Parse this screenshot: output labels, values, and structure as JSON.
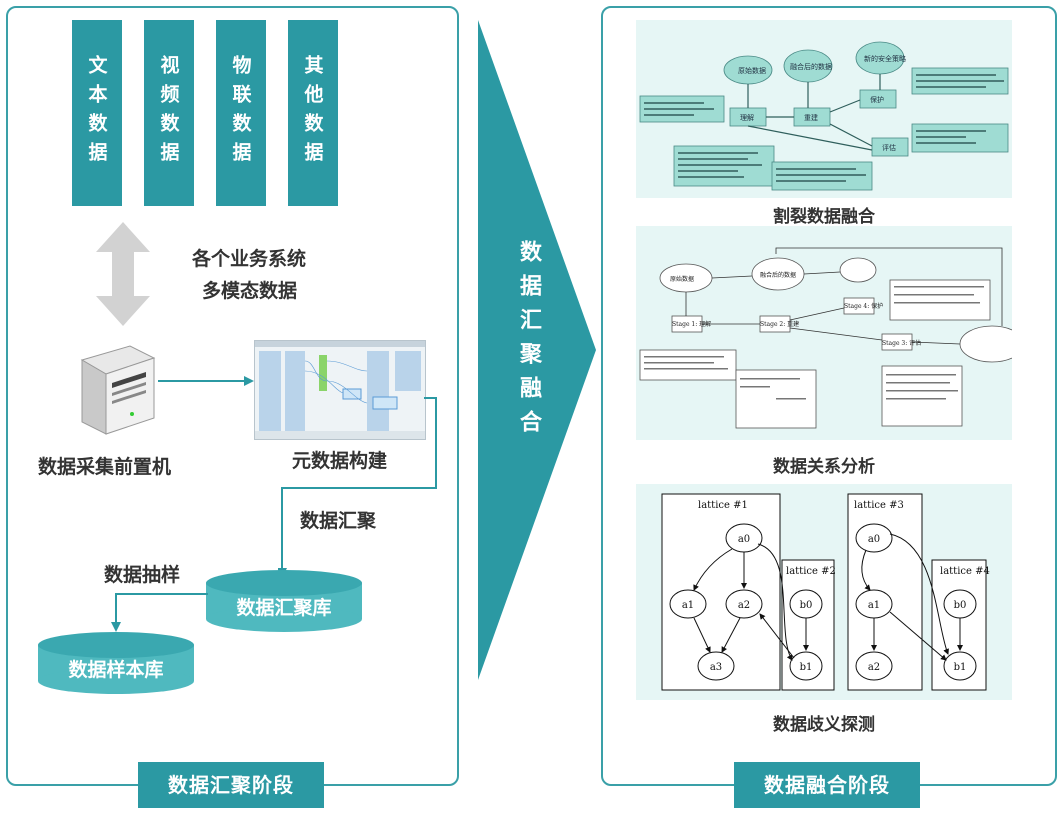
{
  "left_panel": {
    "source_boxes": [
      "文本数据",
      "视频数据",
      "物联数据",
      "其他数据"
    ],
    "business_label_line1": "各个业务系统",
    "business_label_line2": "多模态数据",
    "server_label": "数据采集前置机",
    "metadata_label": "元数据构建",
    "aggregate_label": "数据汇聚",
    "aggregate_db": "数据汇聚库",
    "sample_label": "数据抽样",
    "sample_db": "数据样本库",
    "stage_label": "数据汇聚阶段"
  },
  "center": {
    "arrow_text": "数据汇聚融合"
  },
  "right_panel": {
    "caption1": "割裂数据融合",
    "caption2": "数据关系分析",
    "caption3": "数据歧义探测",
    "stage_label": "数据融合阶段",
    "fig1": {
      "bubble1": "原始数据",
      "bubble2": "融合后的数据",
      "bubble3": "新的安全策略",
      "box_understand": "理解",
      "box_rebuild": "重建",
      "box_protect": "保护",
      "box_evaluate": "评估"
    },
    "fig2": {
      "bubble1": "原始数据",
      "bubble2": "融合后的数据",
      "stage1": "Stage 1: 理解",
      "stage2": "Stage 2: 重建",
      "stage3": "Stage 3: 评估",
      "stage4": "Stage 4: 保护"
    },
    "fig3": {
      "lattice1": "lattice #1",
      "lattice2": "lattice #2",
      "lattice3": "lattice #3",
      "lattice4": "lattice #4",
      "nodes": {
        "a0": "a0",
        "a1": "a1",
        "a2": "a2",
        "a3": "a3",
        "b0": "b0",
        "b1": "b1"
      }
    }
  },
  "colors": {
    "accent": "#2b99a3",
    "border": "#3aa0a8",
    "thumb_bg": "#e6f6f5",
    "cylinder": "#4fb9bf",
    "arrow_gray": "#cfcfcf"
  }
}
